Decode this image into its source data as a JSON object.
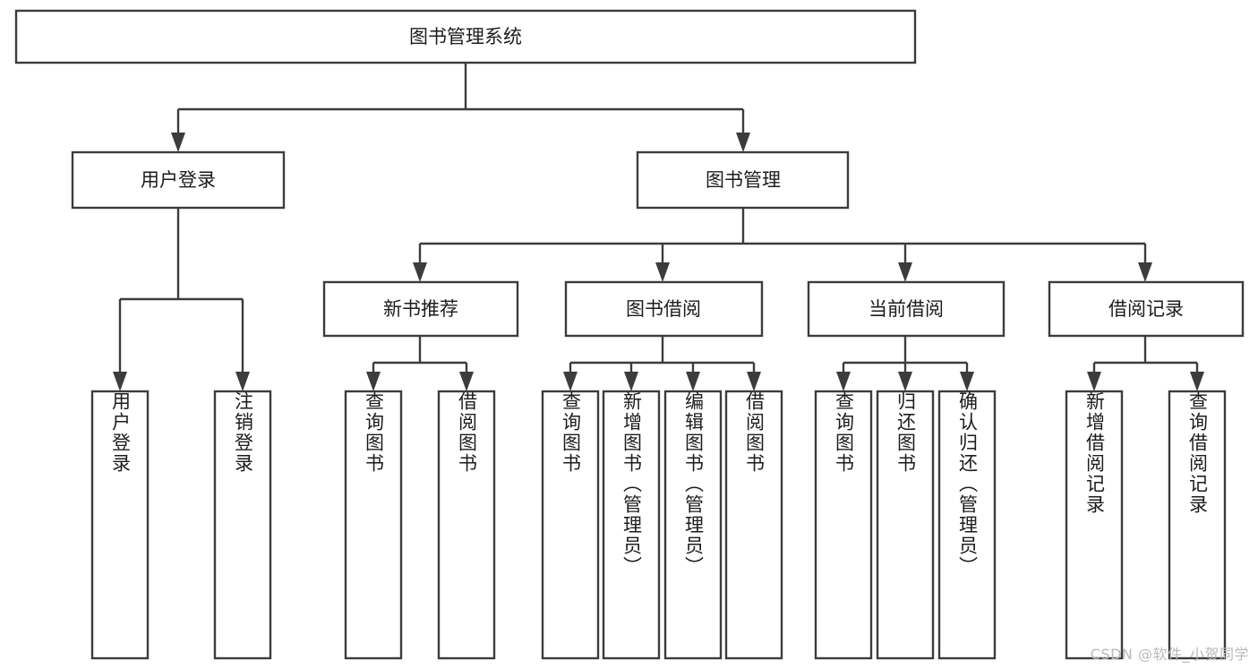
{
  "diagram": {
    "type": "tree",
    "title": "图书管理系统",
    "orientation": "top-down",
    "background_color": "#ffffff",
    "line_color": "#3c3c3c",
    "text_color": "#1c1c1c",
    "root": {
      "label": "图书管理系统",
      "level": 1
    },
    "level2": [
      {
        "label": "用户登录"
      },
      {
        "label": "图书管理"
      }
    ],
    "level3": [
      {
        "label": "新书推荐"
      },
      {
        "label": "图书借阅"
      },
      {
        "label": "当前借阅"
      },
      {
        "label": "借阅记录"
      }
    ],
    "leaves_user_login": [
      {
        "label": "用户登录"
      },
      {
        "label": "注销登录"
      }
    ],
    "leaves_new_books": [
      {
        "label": "查询图书"
      },
      {
        "label": "借阅图书"
      }
    ],
    "leaves_borrow": [
      {
        "label": "查询图书"
      },
      {
        "label": "新增图书（管理员）"
      },
      {
        "label": "编辑图书（管理员）"
      },
      {
        "label": "借阅图书"
      }
    ],
    "leaves_current": [
      {
        "label": "查询图书"
      },
      {
        "label": "归还图书"
      },
      {
        "label": "确认归还（管理员）"
      }
    ],
    "leaves_records": [
      {
        "label": "新增借阅记录"
      },
      {
        "label": "查询借阅记录"
      }
    ]
  },
  "watermark": {
    "text": "CSDN @软件_小贺同学"
  }
}
